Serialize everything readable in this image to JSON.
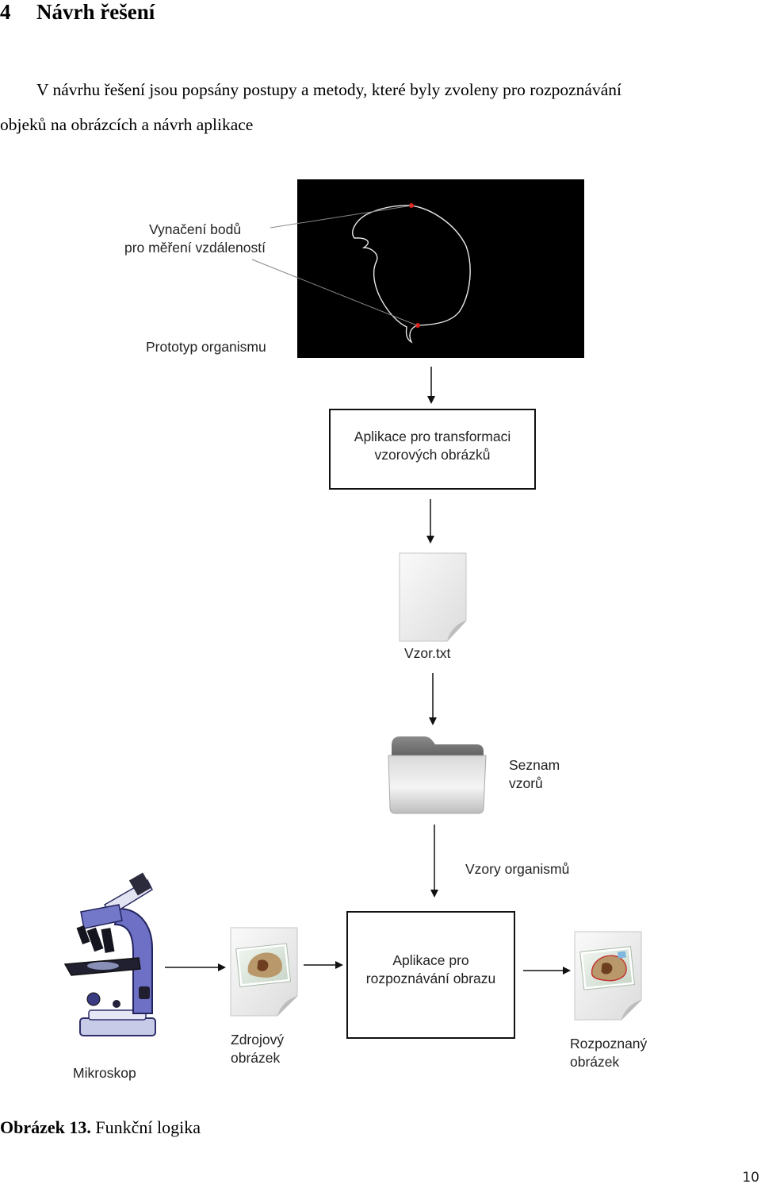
{
  "heading": {
    "number": "4",
    "title": "Návrh řešení"
  },
  "paragraph": {
    "line1": "V návrhu řešení jsou popsány postupy a metody, které byly zvoleny pro rozpoznávání",
    "line2": "objeků na obrázcích a návrh aplikace"
  },
  "diagram": {
    "label_points": [
      "Vynačení bodů",
      "pro měření vzdáleností"
    ],
    "label_prototype": "Prototyp organismu",
    "box_transform": [
      "Aplikace pro transformaci",
      "vzorových obrázků"
    ],
    "file_label": "Vzor.txt",
    "folder_label": [
      "Seznam",
      "vzorů"
    ],
    "patterns_label": "Vzory organismů",
    "box_recognition": [
      "Aplikace pro",
      "rozpoznávání obrazu"
    ],
    "microscope_label": "Mikroskop",
    "source_label": [
      "Zdrojový",
      "obrázek"
    ],
    "recognized_label": [
      "Rozpoznaný",
      "obrázek"
    ],
    "icons": [
      "microscope-icon",
      "document-icon",
      "folder-icon",
      "image-file-icon"
    ],
    "colors": {
      "marker": "#e0201a",
      "contour": "#e8e8e8",
      "prototype_bg": "#000000"
    }
  },
  "caption": {
    "label": "Obrázek 13.",
    "text": "Funkční logika"
  },
  "page_number": "10"
}
